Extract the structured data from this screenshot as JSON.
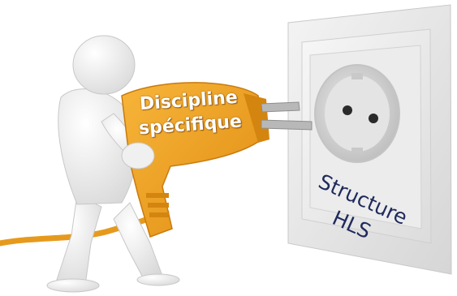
{
  "plug_label": {
    "line1": "Discipline",
    "line2": "spécifique"
  },
  "socket_label": {
    "line1": "Structure",
    "line2": "HLS"
  },
  "colors": {
    "plug_orange": "#f0a21e",
    "plug_shadow": "#c97a0c",
    "figure_white": "#f2f2f2",
    "socket_face": "#e9e9e9",
    "socket_text": "#1f2a5c",
    "prongs": "#b8b8b8"
  }
}
